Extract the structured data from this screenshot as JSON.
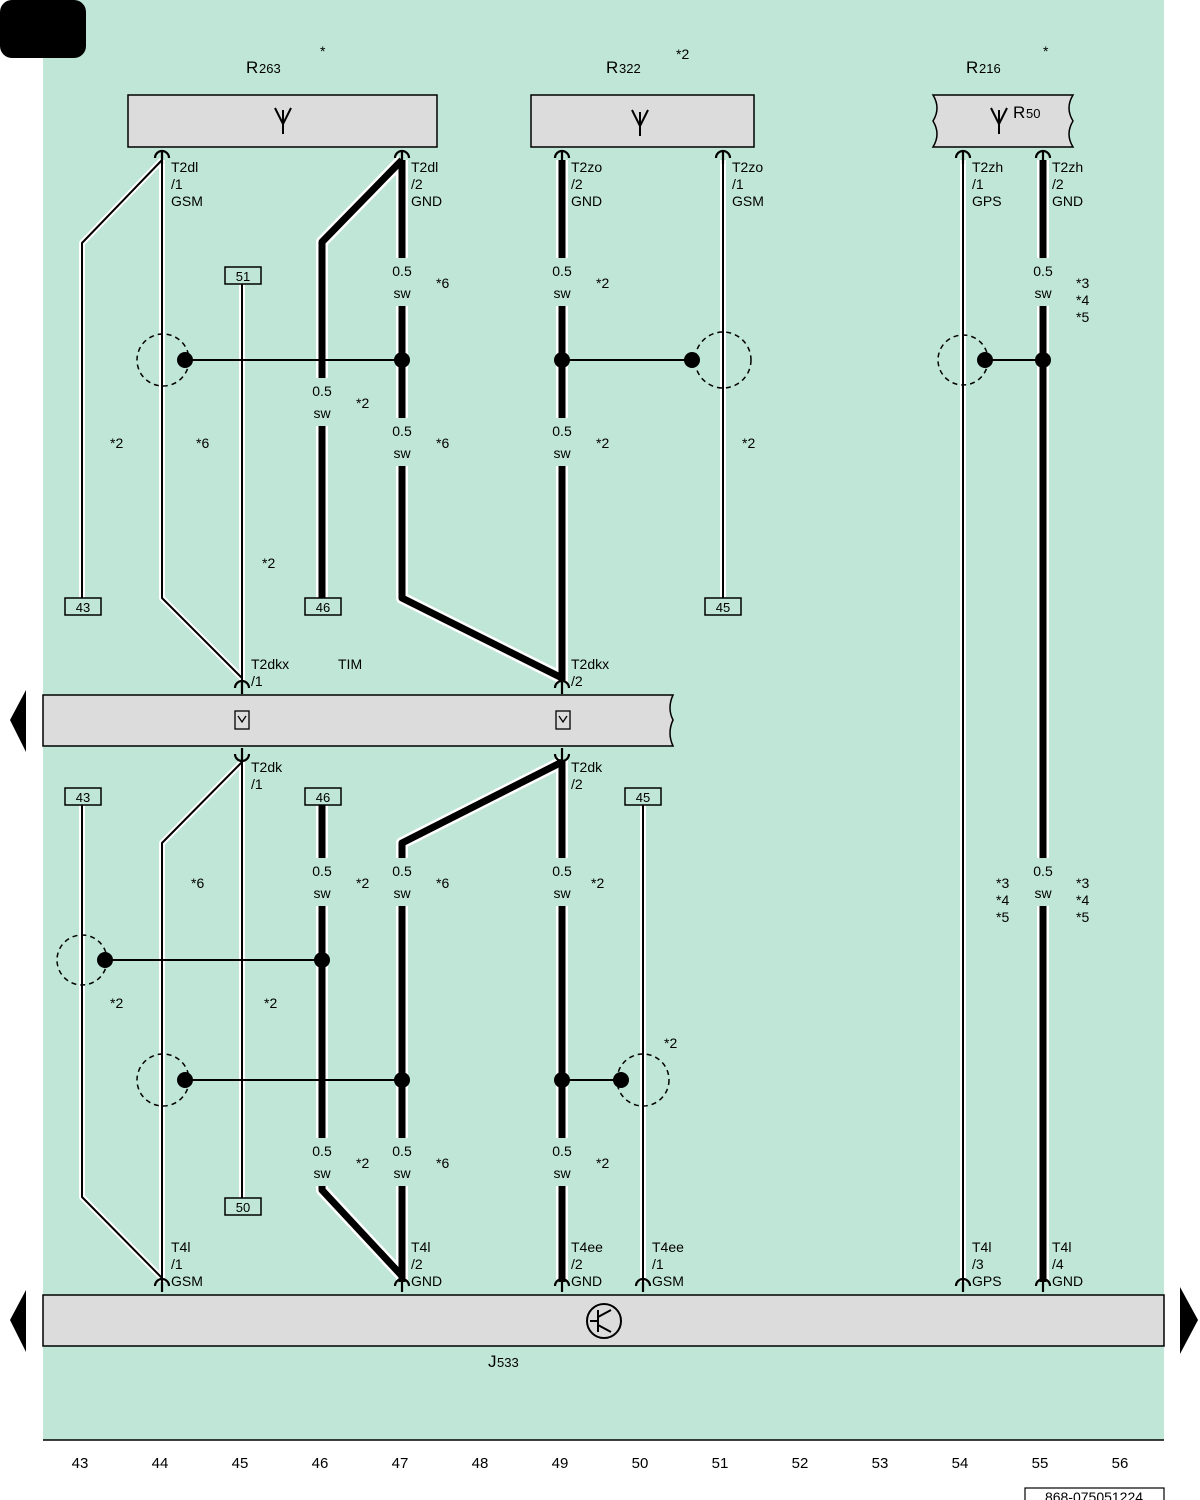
{
  "colors": {
    "panel": "#c0e6d8",
    "component": "#dcdcdc",
    "wire": "#000000",
    "page": "#ffffff"
  },
  "components": {
    "R263": {
      "letter": "R",
      "num": "263",
      "note": "*",
      "icon": "antenna-icon"
    },
    "R322": {
      "letter": "R",
      "num": "322",
      "note": "*2",
      "icon": "antenna-icon"
    },
    "R216": {
      "letter": "R",
      "num": "216",
      "note": "*",
      "inner_letter": "R",
      "inner_num": "50",
      "icon": "antenna-icon"
    },
    "TIM": {
      "label": "TIM",
      "icon": "connector-icon"
    },
    "J533": {
      "letter": "J",
      "num": "533",
      "icon": "gateway-icon"
    }
  },
  "pins": [
    {
      "id": "T2dl-1",
      "lines": [
        "T2dl",
        "/1",
        "GSM"
      ]
    },
    {
      "id": "T2dl-2",
      "lines": [
        "T2dl",
        "/2",
        "GND"
      ]
    },
    {
      "id": "T2zo-2",
      "lines": [
        "T2zo",
        "/2",
        "GND"
      ]
    },
    {
      "id": "T2zo-1",
      "lines": [
        "T2zo",
        "/1",
        "GSM"
      ]
    },
    {
      "id": "T2zh-1",
      "lines": [
        "T2zh",
        "/1",
        "GPS"
      ]
    },
    {
      "id": "T2zh-2",
      "lines": [
        "T2zh",
        "/2",
        "GND"
      ]
    },
    {
      "id": "T2dkx-1",
      "lines": [
        "T2dkx",
        "/1"
      ]
    },
    {
      "id": "T2dkx-2",
      "lines": [
        "T2dkx",
        "/2"
      ]
    },
    {
      "id": "T2dk-1",
      "lines": [
        "T2dk",
        "/1"
      ]
    },
    {
      "id": "T2dk-2",
      "lines": [
        "T2dk",
        "/2"
      ]
    },
    {
      "id": "T4l-1",
      "lines": [
        "T4l",
        "/1",
        "GSM"
      ]
    },
    {
      "id": "T4l-2",
      "lines": [
        "T4l",
        "/2",
        "GND"
      ]
    },
    {
      "id": "T4ee-2",
      "lines": [
        "T4ee",
        "/2",
        "GND"
      ]
    },
    {
      "id": "T4ee-1",
      "lines": [
        "T4ee",
        "/1",
        "GSM"
      ]
    },
    {
      "id": "T4l-3",
      "lines": [
        "T4l",
        "/3",
        "GPS"
      ]
    },
    {
      "id": "T4l-4",
      "lines": [
        "T4l",
        "/4",
        "GND"
      ]
    }
  ],
  "wire_labels": {
    "size": "0.5",
    "color": "sw"
  },
  "notes": [
    "*2",
    "*6",
    "*3",
    "*4",
    "*5"
  ],
  "ref_boxes": [
    "43",
    "46",
    "51",
    "45",
    "50"
  ],
  "axis_numbers": [
    "43",
    "44",
    "45",
    "46",
    "47",
    "48",
    "49",
    "50",
    "51",
    "52",
    "53",
    "54",
    "55",
    "56"
  ],
  "doc_number": "868-075051224"
}
